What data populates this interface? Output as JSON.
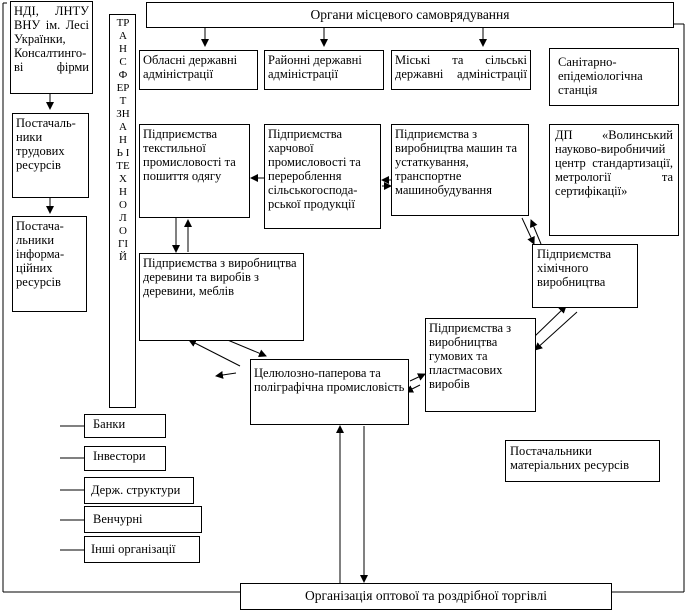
{
  "boxes": {
    "ndi": "НДІ, ЛНТУ ВНУ ім. Лесі Українки, Консалтинго-ві фірми",
    "labor": "Постачаль-ники трудових ресурсів",
    "info": "Постача-льники інформа-ційних ресурсів",
    "tech_transfer": "ТРАНСФЕРТ ЗНАНЬ І ТЕХНОЛОГІЙ",
    "local_gov": "Органи місцевого самоврядування",
    "oblast_admin": "Обласні державні адміністрації",
    "district_admin": "Районні державні адміністрації",
    "city_admin": "Міські та сільські державні адміністрації",
    "sanitary": "Санітарно-епідеміологічна станція",
    "textile": "Підприємства текстильної промисловості та пошиття одягу",
    "food": "Підприємства харчової промисловості та перероблення сільськогоспода-рської продукції",
    "machinery": "Підприємства з виробництва машин та устаткування, транспортне машинобудування",
    "dp_volyn": "ДП «Волинський науково-виробничий центр стандартизації, метрології та сертифікації»",
    "wood": "Підприємства з виробництва деревини та виробів з деревини, меблів",
    "chemical": "Підприємства хімічного виробництва",
    "rubber": "Підприємства з виробництва гумових та пластмасових виробів",
    "pulp": "Целюлозно-паперова та поліграфічна промисловість",
    "material": "Постачальники матеріальних ресурсів",
    "banks": "Банки",
    "investors": "Інвестори",
    "gov_struct": "Держ. структури",
    "venture": "Венчурні",
    "other_org": "Інші організації",
    "trade": "Організація оптової та роздрібної торгівлі"
  }
}
